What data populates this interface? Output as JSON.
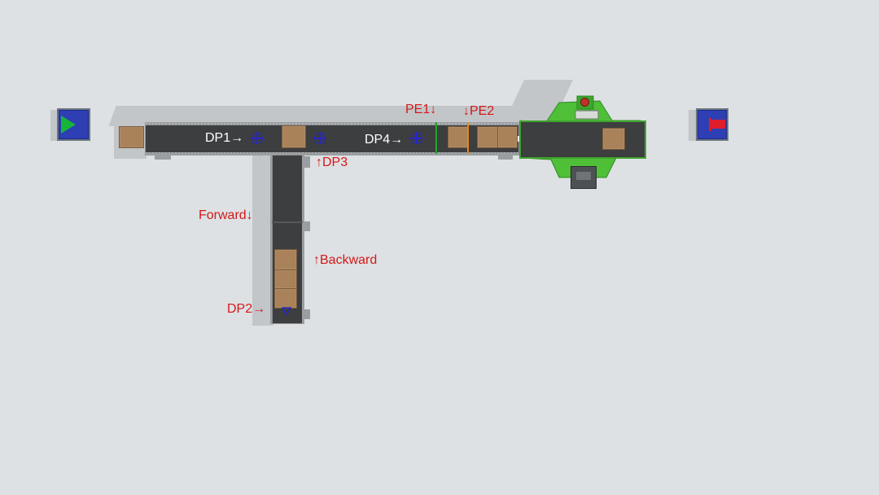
{
  "labels": {
    "dp1": "DP1→",
    "dp4": "DP4→",
    "pe1": "PE1↓",
    "pe2": "↓PE2",
    "dp3": "↑DP3",
    "forward": "Forward↓",
    "backward": "↑Backward",
    "dp2": "DP2→"
  },
  "icons": {
    "source": "play-triangle-icon",
    "sink": "flag-icon",
    "target": "crosshair-target-icon",
    "beacon": "warning-light-icon"
  },
  "colors": {
    "background": "#dde1e4",
    "belt": "#3c3e3f",
    "box": "#a9825a",
    "label_red": "#d61818",
    "label_white": "#ffffff",
    "station_blue": "#2d3fb3",
    "source_triangle": "#17b43a",
    "sink_flag": "#e01d2a",
    "machine_green": "#4fbf38",
    "sensor_pe1": "#1fa82b",
    "sensor_pe2": "#e08a1a",
    "target_blue": "#2626c8"
  }
}
